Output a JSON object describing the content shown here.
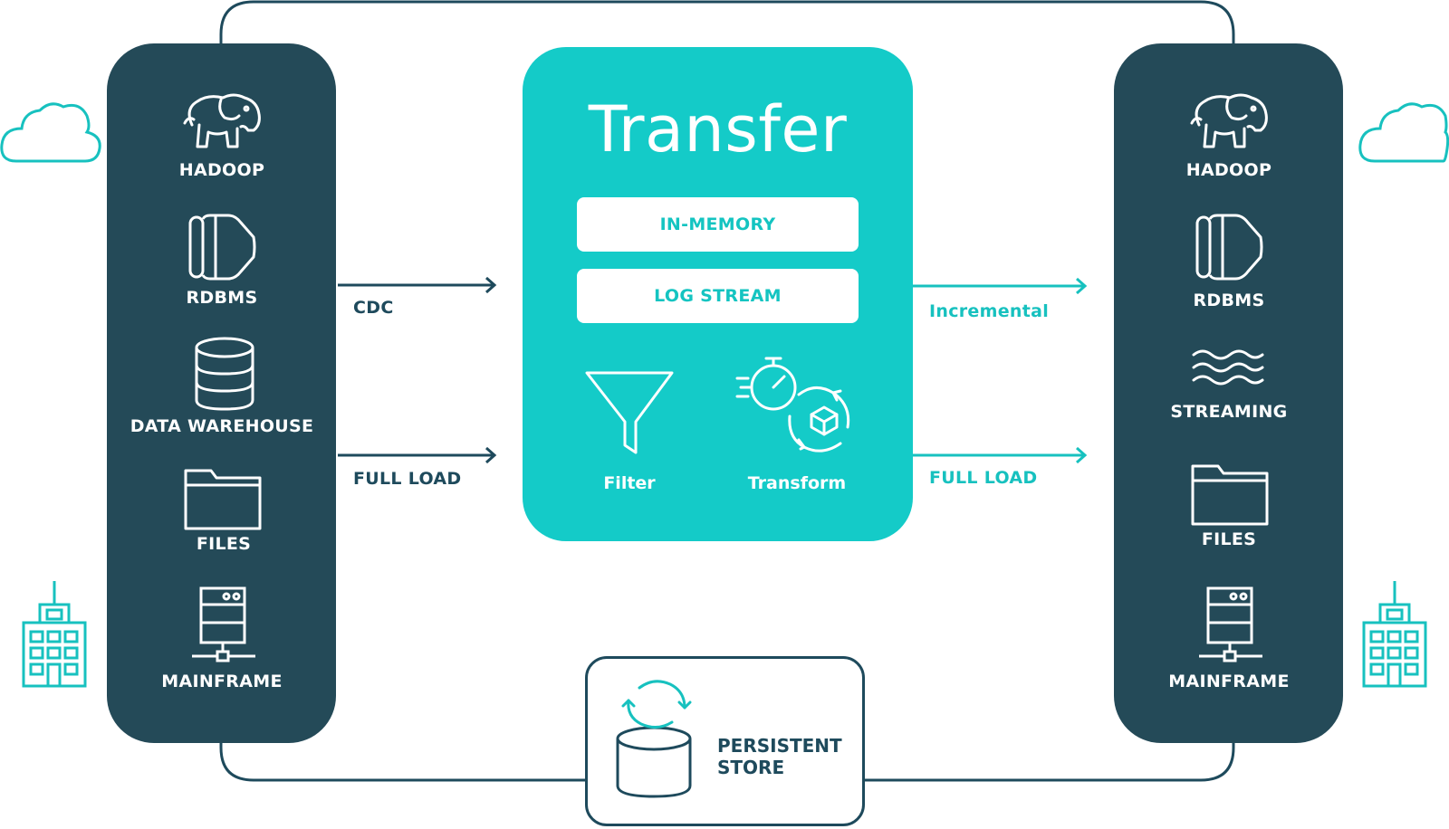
{
  "core": {
    "title": "Transfer",
    "modes": [
      "IN-MEMORY",
      "LOG STREAM"
    ],
    "filter_label": "Filter",
    "transform_label": "Transform"
  },
  "sources": {
    "items": [
      {
        "label": "HADOOP",
        "icon": "hadoop-elephant-icon"
      },
      {
        "label": "RDBMS",
        "icon": "rdbms-icon"
      },
      {
        "label": "DATA WAREHOUSE",
        "icon": "database-icon"
      },
      {
        "label": "FILES",
        "icon": "folder-icon"
      },
      {
        "label": "MAINFRAME",
        "icon": "server-icon"
      }
    ]
  },
  "targets": {
    "items": [
      {
        "label": "HADOOP",
        "icon": "hadoop-elephant-icon"
      },
      {
        "label": "RDBMS",
        "icon": "rdbms-icon"
      },
      {
        "label": "STREAMING",
        "icon": "waves-icon"
      },
      {
        "label": "FILES",
        "icon": "folder-icon"
      },
      {
        "label": "MAINFRAME",
        "icon": "server-icon"
      }
    ]
  },
  "flows": {
    "in_cdc": "CDC",
    "in_full_load": "FULL LOAD",
    "out_incremental": "Incremental",
    "out_full_load": "FULL LOAD"
  },
  "store": {
    "line1": "PERSISTENT",
    "line2": "STORE"
  },
  "colors": {
    "panel": "#244a58",
    "core": "#14cbc8",
    "accent": "#17c1bf",
    "dark_text": "#1e4a5c"
  }
}
